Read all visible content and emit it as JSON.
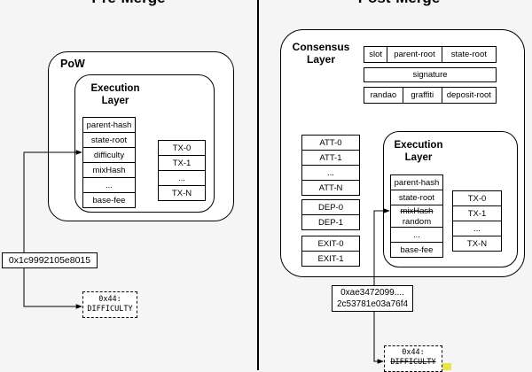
{
  "pre": {
    "title": "Pre-Merge",
    "pow_label": "PoW",
    "exec_label": "Execution Layer",
    "header_fields": [
      "parent-hash",
      "state-root",
      "difficulty",
      "mixHash",
      "...",
      "base-fee"
    ],
    "tx_list": [
      "TX-0",
      "TX-1",
      "...",
      "TX-N"
    ],
    "hash_value": "0x1c9992105e8015",
    "opcode": {
      "line1": "0x44:",
      "line2": "DIFFICULTY"
    }
  },
  "post": {
    "title": "Post-Merge",
    "consensus_label": "Consensus Layer",
    "consensus_row1": [
      "slot",
      "parent-root",
      "state-root"
    ],
    "signature": "signature",
    "consensus_row3": [
      "randao",
      "graffiti",
      "deposit-root"
    ],
    "attestations": [
      "ATT-0",
      "ATT-1",
      "...",
      "ATT-N"
    ],
    "deposits": [
      "DEP-0",
      "DEP-1"
    ],
    "exits": [
      "EXIT-0",
      "EXIT-1"
    ],
    "exec_label": "Execution Layer",
    "header_fields": [
      "parent-hash",
      "state-root",
      "mixHash",
      "random",
      "...",
      "base-fee"
    ],
    "tx_list": [
      "TX-0",
      "TX-1",
      "...",
      "TX-N"
    ],
    "hash_line1": "0xae3472099....",
    "hash_line2": "2c53781e03a76f4",
    "opcode": {
      "line1": "0x44:",
      "line2": "DIFFICULTY"
    }
  }
}
